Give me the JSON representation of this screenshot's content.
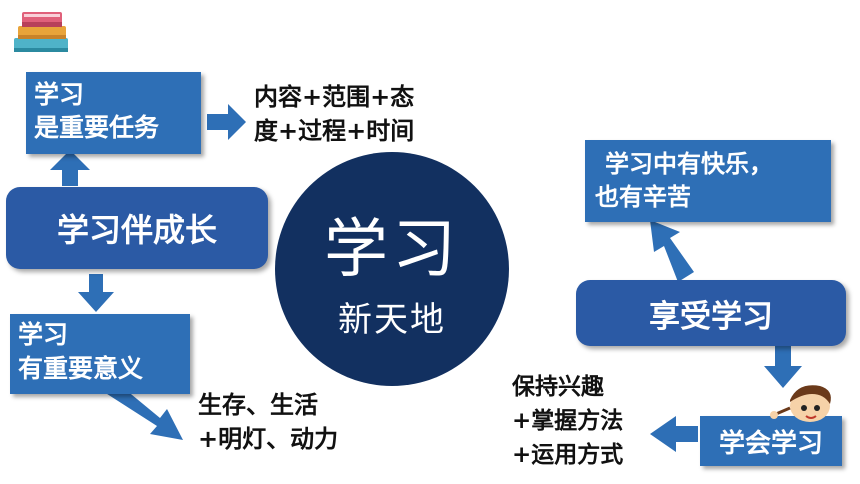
{
  "center": {
    "title": "学习",
    "subtitle": "新天地"
  },
  "left": {
    "task_line1": "学习",
    "task_line2": "是重要任务",
    "grow": "学习伴成长",
    "meaning_line1": "学习",
    "meaning_line2": "有重要意义",
    "task_note_line1": "内容+范围+态",
    "task_note_line2": "度+过程+时间",
    "meaning_note_line1": "生存、生活",
    "meaning_note_line2": "+明灯、动力"
  },
  "right": {
    "joy_line1": "学习中有快乐，",
    "joy_line2": "也有辛苦",
    "enjoy": "享受学习",
    "learn": "学会学习",
    "learn_note_line1": "保持兴趣",
    "learn_note_line2": "+掌握方法",
    "learn_note_line3": "+运用方式"
  },
  "colors": {
    "box": "#2e6fb6",
    "pill": "#2b5aa5",
    "circle": "#123060",
    "arrow": "#2e6fb6"
  },
  "icons": [
    "books-icon",
    "boy-mascot-icon"
  ]
}
